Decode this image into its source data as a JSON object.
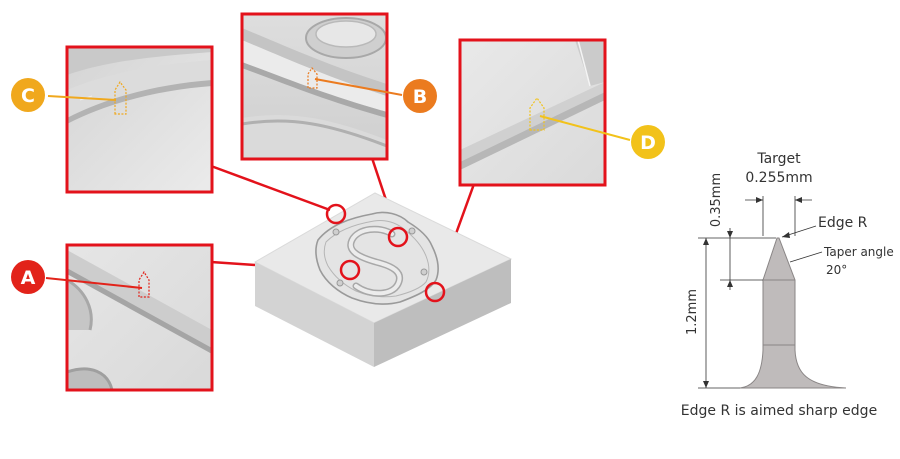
{
  "callouts": {
    "a": {
      "label": "A",
      "color": "#e2231a"
    },
    "b": {
      "label": "B",
      "color": "#eb7b1f"
    },
    "c": {
      "label": "C",
      "color": "#f0a81d"
    },
    "d": {
      "label": "D",
      "color": "#f2c21a"
    }
  },
  "colors": {
    "frame_red": "#e3121b",
    "tip_fill": "#bfbbbb",
    "plate_top": "#e9e9e9"
  },
  "tip_diagram": {
    "target_label": "Target",
    "target_value": "0.255mm",
    "dim_035": "0.35mm",
    "dim_12": "1.2mm",
    "edge_r_label": "Edge R",
    "taper_angle_label": "Taper angle",
    "taper_angle_value": "20°",
    "caption": "Edge R is aimed sharp edge"
  }
}
